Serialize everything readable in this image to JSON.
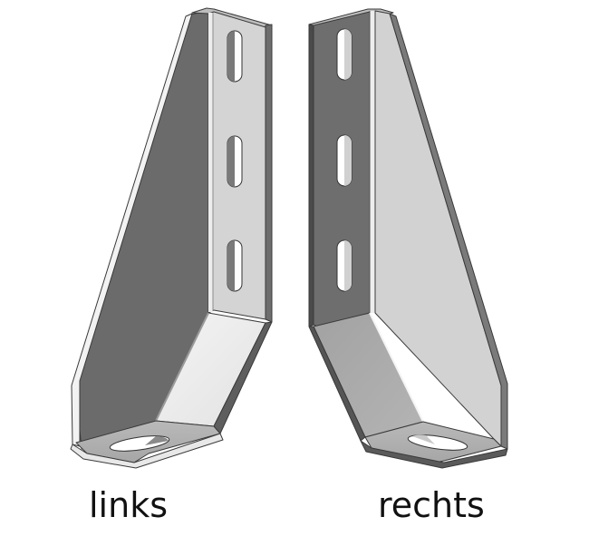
{
  "figure": {
    "description": "Two mirrored sheet-metal mounting brackets with slotted holes",
    "background": "#ffffff",
    "colors": {
      "dark_face": "#6b6b6b",
      "mid_face": "#a9a9a9",
      "light_face": "#d3d3d3",
      "bright_face": "#ececec",
      "edge": "#3a3a3a",
      "highlight": "#f7f7f7"
    }
  },
  "brackets": [
    {
      "id": "left",
      "label": "links",
      "slots_vertical": 3,
      "slots_foot": 1
    },
    {
      "id": "right",
      "label": "rechts",
      "slots_vertical": 3,
      "slots_foot": 1
    }
  ],
  "labels": {
    "left": "links",
    "right": "rechts"
  }
}
